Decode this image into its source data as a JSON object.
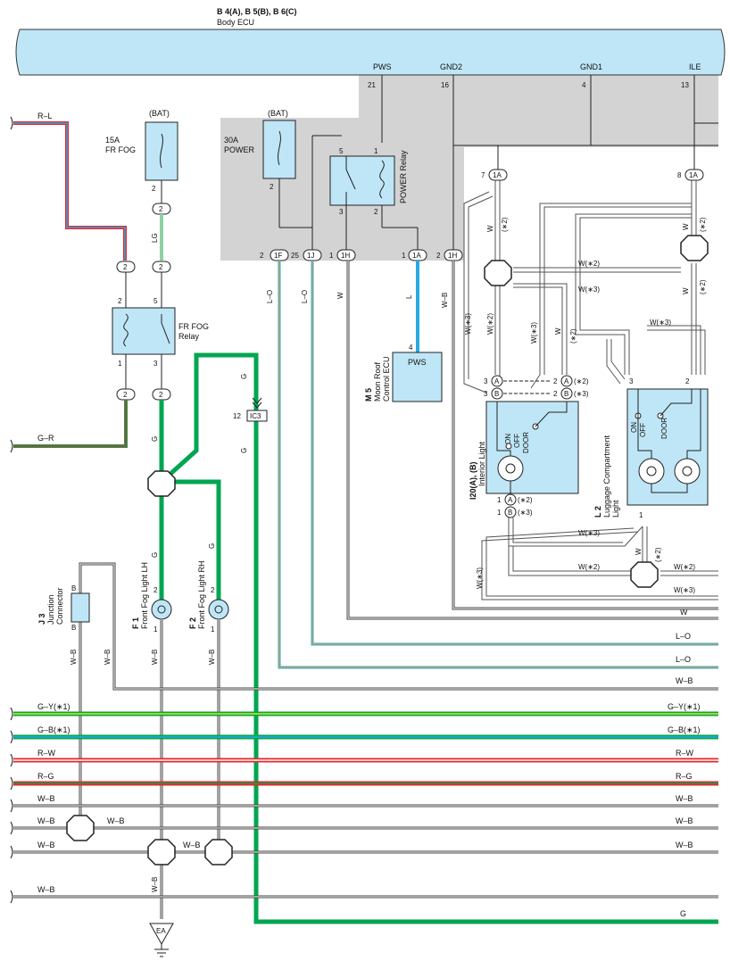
{
  "header": {
    "title": "B 4(A), B 5(B), B 6(C)",
    "subtitle": "Body ECU"
  },
  "ecu_pins": [
    {
      "name": "PWS",
      "pin": "21"
    },
    {
      "name": "GND2",
      "pin": "16"
    },
    {
      "name": "GND1",
      "pin": "4"
    },
    {
      "name": "ILE",
      "pin": "13"
    }
  ],
  "components": {
    "fr_fog_fuse": {
      "bat": "(BAT)",
      "rating": "15A",
      "name": "FR FOG"
    },
    "power_fuse": {
      "bat": "(BAT)",
      "rating": "30A",
      "name": "POWER"
    },
    "power_relay": "POWER Relay",
    "fr_fog_relay": {
      "l1": "FR FOG",
      "l2": "Relay"
    },
    "moon_roof": {
      "code": "M 5",
      "l1": "Moon Roof",
      "l2": "Control ECU",
      "pin_label": "PWS"
    },
    "interior_light": {
      "code": "I20(A), (B)",
      "name": "Interior Light"
    },
    "luggage_light": {
      "code": "L 2",
      "l1": "Luggage Compartment",
      "l2": "Light"
    },
    "switch_labels": {
      "on": "ON",
      "off": "OFF",
      "door": "DOOR"
    },
    "junction": {
      "code": "J 3",
      "l1": "Junction",
      "l2": "Connector"
    },
    "fog_lh": {
      "code": "F 1",
      "name": "Front Fog Light LH"
    },
    "fog_rh": {
      "code": "F 2",
      "name": "Front Fog Light RH"
    },
    "ground": "EA"
  },
  "connectors": {
    "c1F": "1F",
    "c1J": "1J",
    "c1H": "1H",
    "c1A": "1A",
    "c2": "2",
    "cIC3": "IC3",
    "cA": "A",
    "cB": "B"
  },
  "wire_labels": {
    "R_L": "R–L",
    "LG": "LG",
    "G": "G",
    "G_R": "G–R",
    "L_O": "L–O",
    "W": "W",
    "L": "L",
    "W_B": "W–B",
    "W_s2": "W(∗2)",
    "W_s3": "W(∗3)",
    "s2": "(∗2)",
    "s3": "(∗3)",
    "G_Y_s1": "G–Y(∗1)",
    "G_B_s1": "G–B(∗1)",
    "R_W": "R–W",
    "R_G": "R–G"
  },
  "pin_numbers": {
    "p1": "1",
    "p2": "2",
    "p3": "3",
    "p4": "4",
    "p5": "5",
    "p7": "7",
    "p8": "8",
    "p12": "12",
    "p25": "25"
  },
  "colors": {
    "ecu_fill": "#bfe6f7",
    "shade": "#d3d3d3",
    "green": "#00a651",
    "blue": "#29abe2",
    "red": "#e8262b",
    "lightgreen": "#8dc63f",
    "lg": "#8ed1a4",
    "yellow": "#e6e600",
    "orange": "#f7a21b"
  }
}
